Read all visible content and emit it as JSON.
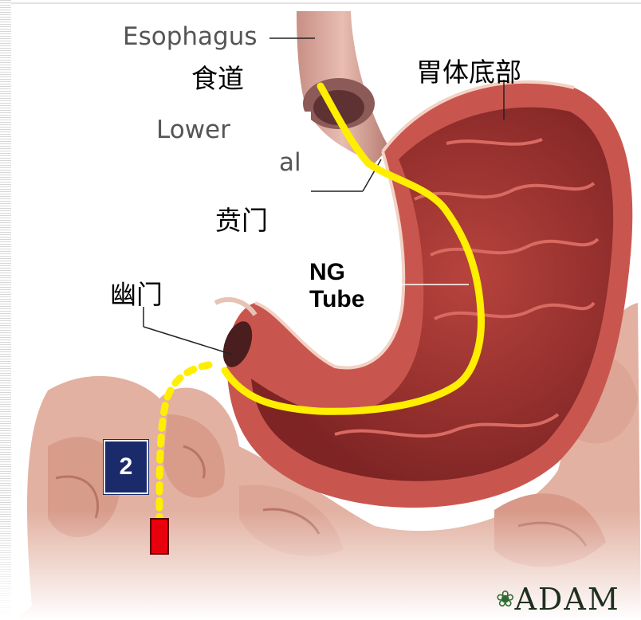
{
  "labels": {
    "esophagus_en": "Esophagus",
    "esophagus_cn": "食道",
    "fundus_cn": "胃体底部",
    "lower_en": "Lower",
    "sphincter_en_fragment": "al",
    "cardia_cn": "贲门",
    "pylorus_cn": "幽门",
    "tube_line1": "NG",
    "tube_line2": "Tube"
  },
  "badge": {
    "number": "2"
  },
  "logo": {
    "text": "ADAM"
  },
  "colors": {
    "tube": "#ffee00",
    "stomach_wall": "#c84a44",
    "stomach_inner": "#9a2f2f",
    "intestine": "#e3b4a4",
    "badge_bg": "#1b2a6b",
    "marker": "#e8000c"
  },
  "icons": {
    "logo_mark": "adam-leaf-icon"
  }
}
